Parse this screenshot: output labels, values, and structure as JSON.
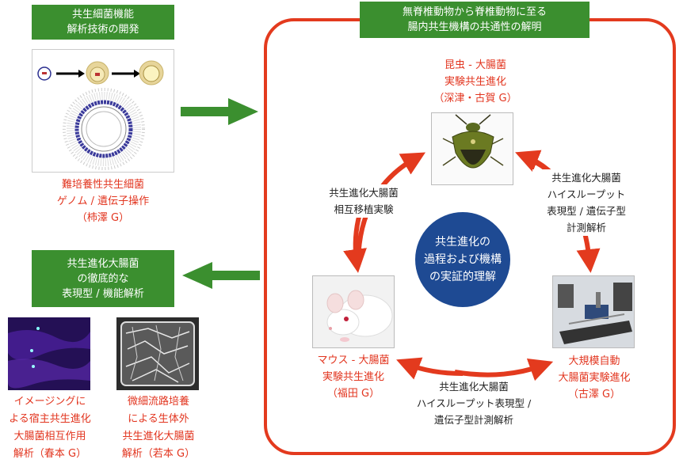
{
  "left_top": {
    "heading": [
      "共生細菌機能",
      "解析技術の開発"
    ],
    "caption": [
      "難培養性共生細菌",
      "ゲノム / 遺伝子操作",
      "（柿澤 G）"
    ]
  },
  "left_bottom": {
    "heading": [
      "共生進化大腸菌",
      "の徹底的な",
      "表現型 / 機能解析"
    ],
    "caption_left": [
      "イメージングに",
      "よる宿主共生進化",
      "大腸菌相互作用",
      "解析（春本 G）"
    ],
    "caption_right": [
      "微細流路培養",
      "による生体外",
      "共生進化大腸菌",
      "解析（若本 G）"
    ]
  },
  "right": {
    "heading": [
      "無脊椎動物から脊椎動物に至る",
      "腸内共生機構の共通性の解明"
    ],
    "insect": [
      "昆虫 - 大腸菌",
      "実験共生進化",
      "（深津・古賀 G）"
    ],
    "mouse": [
      "マウス - 大腸菌",
      "実験共生進化",
      "（福田 G）"
    ],
    "robot": [
      "大規模自動",
      "大腸菌実験進化",
      "（古澤 G）"
    ],
    "center": [
      "共生進化の",
      "過程および機構",
      "の実証的理解"
    ],
    "arrow_left_label": [
      "共生進化大腸菌",
      "相互移植実験"
    ],
    "arrow_right_label": [
      "共生進化大腸菌",
      "ハイスループット",
      "表現型 / 遺伝子型",
      "計測解析"
    ],
    "arrow_bottom_label": [
      "共生進化大腸菌",
      "ハイスループット表現型 /",
      "遺伝子型計測解析"
    ]
  },
  "colors": {
    "green": "#3b8f2f",
    "red": "#e33a1e",
    "navy": "#1e4a93"
  }
}
